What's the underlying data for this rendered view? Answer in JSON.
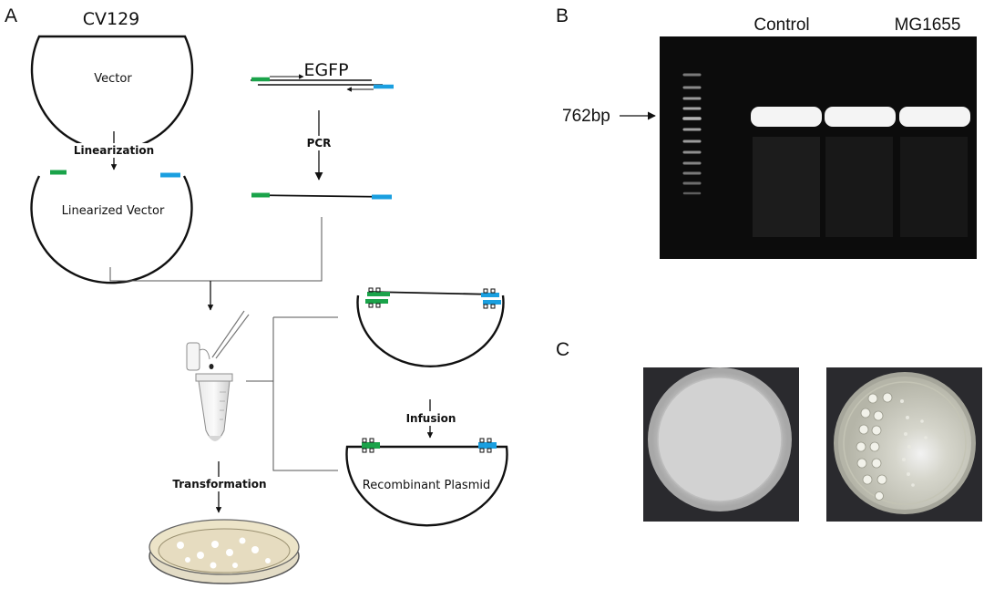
{
  "panels": {
    "a": "A",
    "b": "B",
    "c": "C"
  },
  "panel_a": {
    "vector_name": "CV129",
    "vector_label": "Vector",
    "step_linearization": "Linearization",
    "linearized_label": "Linearized Vector",
    "insert_name": "EGFP",
    "step_pcr": "PCR",
    "step_infusion": "Infusion",
    "step_transformation": "Transformation",
    "recombinant_label": "Recombinant Plasmid"
  },
  "panel_b": {
    "lane_control": "Control",
    "lane_strain": "MG1655",
    "band_size": "762bp"
  },
  "colors": {
    "green_end": "#1aa34a",
    "blue_end": "#1a9fe0",
    "gel_background": "#0c0c0c",
    "plate_photo_background": "#2a2a2e",
    "petri_agar": "#e6dcc0"
  }
}
